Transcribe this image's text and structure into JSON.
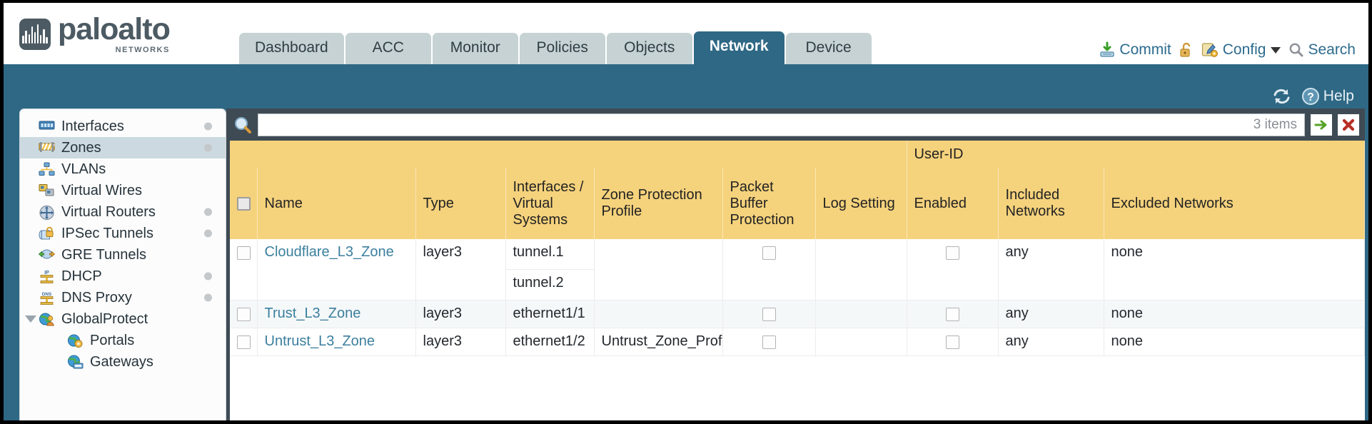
{
  "brand": {
    "name": "paloalto",
    "tagline": "NETWORKS",
    "logo_icon": "paloalto-logo-icon"
  },
  "nav": {
    "tabs": [
      {
        "label": "Dashboard",
        "active": false
      },
      {
        "label": "ACC",
        "active": false
      },
      {
        "label": "Monitor",
        "active": false
      },
      {
        "label": "Policies",
        "active": false
      },
      {
        "label": "Objects",
        "active": false
      },
      {
        "label": "Network",
        "active": true
      },
      {
        "label": "Device",
        "active": false
      }
    ]
  },
  "header_actions": {
    "commit": {
      "label": "Commit",
      "icon": "commit-download-icon"
    },
    "lock": {
      "label": "",
      "icon": "unlock-padlock-icon"
    },
    "config": {
      "label": "Config",
      "icon": "config-wrench-icon",
      "caret": "chevron-down-icon"
    },
    "search": {
      "label": "Search",
      "icon": "search-magnifier-icon"
    }
  },
  "bluebar": {
    "refresh": {
      "icon": "refresh-icon"
    },
    "help": {
      "label": "Help",
      "icon": "help-question-icon"
    }
  },
  "sidebar": {
    "items": [
      {
        "label": "Interfaces",
        "icon": "interfaces-icon",
        "selected": false,
        "dot": true,
        "child": false,
        "expander": false
      },
      {
        "label": "Zones",
        "icon": "zones-icon",
        "selected": true,
        "dot": true,
        "child": false,
        "expander": false
      },
      {
        "label": "VLANs",
        "icon": "vlans-icon",
        "selected": false,
        "dot": false,
        "child": false,
        "expander": false
      },
      {
        "label": "Virtual Wires",
        "icon": "virtual-wires-icon",
        "selected": false,
        "dot": false,
        "child": false,
        "expander": false
      },
      {
        "label": "Virtual Routers",
        "icon": "virtual-routers-icon",
        "selected": false,
        "dot": true,
        "child": false,
        "expander": false
      },
      {
        "label": "IPSec Tunnels",
        "icon": "ipsec-tunnels-icon",
        "selected": false,
        "dot": true,
        "child": false,
        "expander": false
      },
      {
        "label": "GRE Tunnels",
        "icon": "gre-tunnels-icon",
        "selected": false,
        "dot": false,
        "child": false,
        "expander": false
      },
      {
        "label": "DHCP",
        "icon": "dhcp-icon",
        "selected": false,
        "dot": true,
        "child": false,
        "expander": false
      },
      {
        "label": "DNS Proxy",
        "icon": "dns-proxy-icon",
        "selected": false,
        "dot": true,
        "child": false,
        "expander": false
      },
      {
        "label": "GlobalProtect",
        "icon": "globalprotect-icon",
        "selected": false,
        "dot": false,
        "child": false,
        "expander": true
      },
      {
        "label": "Portals",
        "icon": "portals-icon",
        "selected": false,
        "dot": false,
        "child": true,
        "expander": false
      },
      {
        "label": "Gateways",
        "icon": "gateways-icon",
        "selected": false,
        "dot": false,
        "child": true,
        "expander": false
      }
    ]
  },
  "toolbar": {
    "search_icon": "search-magnifier-icon",
    "search_value": "",
    "search_placeholder": "",
    "items_count": "3 items",
    "apply_icon": "green-arrow-right-icon",
    "clear_icon": "red-x-icon"
  },
  "table": {
    "group_header": {
      "label": "User-ID",
      "span": 3
    },
    "columns": [
      "Name",
      "Type",
      "Interfaces / Virtual Systems",
      "Zone Protection Profile",
      "Packet Buffer Protection",
      "Log Setting",
      "Enabled",
      "Included Networks",
      "Excluded Networks"
    ],
    "rows": [
      {
        "selected": false,
        "name": "Cloudflare_L3_Zone",
        "type": "layer3",
        "interfaces": [
          "tunnel.1",
          "tunnel.2"
        ],
        "zone_protection_profile": "",
        "packet_buffer_protection": false,
        "log_setting": "",
        "userid_enabled": false,
        "included_networks": "any",
        "excluded_networks": "none"
      },
      {
        "selected": false,
        "name": "Trust_L3_Zone",
        "type": "layer3",
        "interfaces": [
          "ethernet1/1"
        ],
        "zone_protection_profile": "",
        "packet_buffer_protection": false,
        "log_setting": "",
        "userid_enabled": false,
        "included_networks": "any",
        "excluded_networks": "none"
      },
      {
        "selected": false,
        "name": "Untrust_L3_Zone",
        "type": "layer3",
        "interfaces": [
          "ethernet1/2"
        ],
        "zone_protection_profile": "Untrust_Zone_Prof",
        "packet_buffer_protection": false,
        "log_setting": "",
        "userid_enabled": false,
        "included_networks": "any",
        "excluded_networks": "none"
      }
    ]
  },
  "colors": {
    "brand_slate": "#4c5a63",
    "nav_blue": "#2e6885",
    "tab_inactive": "#c6d2d4",
    "table_header_yellow": "#f5d27c",
    "group_header_yellow": "#e3b957",
    "link_blue": "#3b7f9e",
    "content_dark": "#3f4b54"
  }
}
